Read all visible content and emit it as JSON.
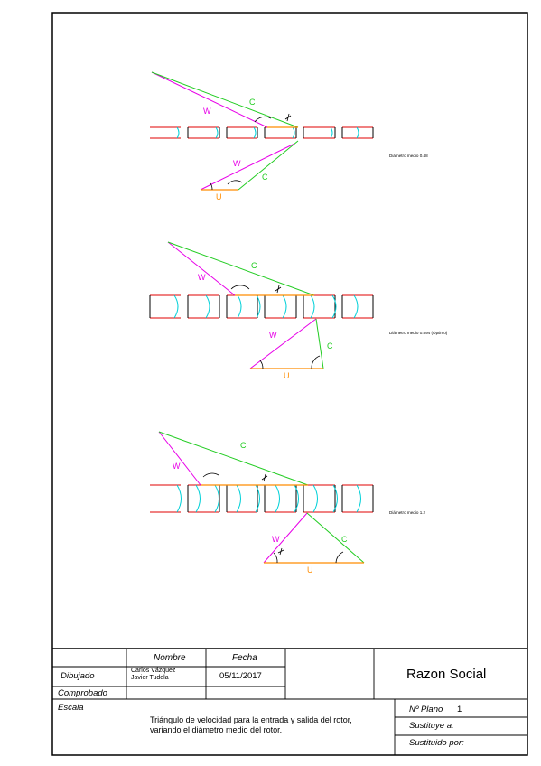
{
  "colors": {
    "w": "#e800e8",
    "c": "#22cc22",
    "u": "#ff8c00",
    "blade": "#00d0d8",
    "rail": "#e00000",
    "frame": "#000000"
  },
  "diagrams": [
    {
      "caption": "Diámetro medio 0.48",
      "inlet": {
        "w": "W",
        "c": "C"
      },
      "outlet": {
        "w": "W",
        "c": "C",
        "u": "U"
      }
    },
    {
      "caption": "Diámetro medio 0.894 (Óptimo)",
      "inlet": {
        "w": "W",
        "c": "C"
      },
      "outlet": {
        "w": "W",
        "c": "C",
        "u": "U"
      }
    },
    {
      "caption": "Diámetro medio 1.2",
      "inlet": {
        "w": "W",
        "c": "C"
      },
      "outlet": {
        "w": "W",
        "c": "C",
        "u": "U"
      }
    }
  ],
  "title_block": {
    "header_nombre": "Nombre",
    "header_fecha": "Fecha",
    "row_dibujado": "Dibujado",
    "names_line1": "Carlos Vázquez",
    "names_line2": "Javier Tudela",
    "date": "05/11/2017",
    "row_comprobado": "Comprobado",
    "row_escala": "Escala",
    "description_line1": "Triángulo de velocidad para la entrada y salida del rotor,",
    "description_line2": "variando el diámetro medio del rotor.",
    "company": "Razon Social",
    "plano_label": "Nº Plano",
    "plano_value": "1",
    "sustituye": "Sustituye a:",
    "sustituido": "Sustituido por:"
  }
}
